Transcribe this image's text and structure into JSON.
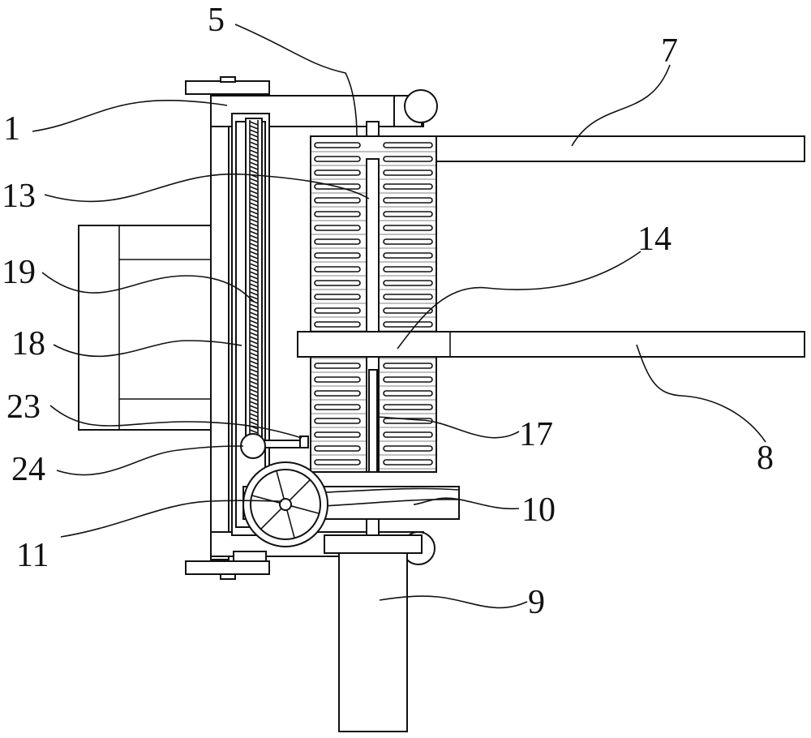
{
  "figure": {
    "callouts": [
      {
        "id": "callout-1",
        "text": "1"
      },
      {
        "id": "callout-5",
        "text": "5"
      },
      {
        "id": "callout-7",
        "text": "7"
      },
      {
        "id": "callout-13",
        "text": "13"
      },
      {
        "id": "callout-14",
        "text": "14"
      },
      {
        "id": "callout-19",
        "text": "19"
      },
      {
        "id": "callout-18",
        "text": "18"
      },
      {
        "id": "callout-23",
        "text": "23"
      },
      {
        "id": "callout-24",
        "text": "24"
      },
      {
        "id": "callout-17",
        "text": "17"
      },
      {
        "id": "callout-8",
        "text": "8"
      },
      {
        "id": "callout-10",
        "text": "10"
      },
      {
        "id": "callout-11",
        "text": "11"
      },
      {
        "id": "callout-9",
        "text": "9"
      }
    ]
  }
}
